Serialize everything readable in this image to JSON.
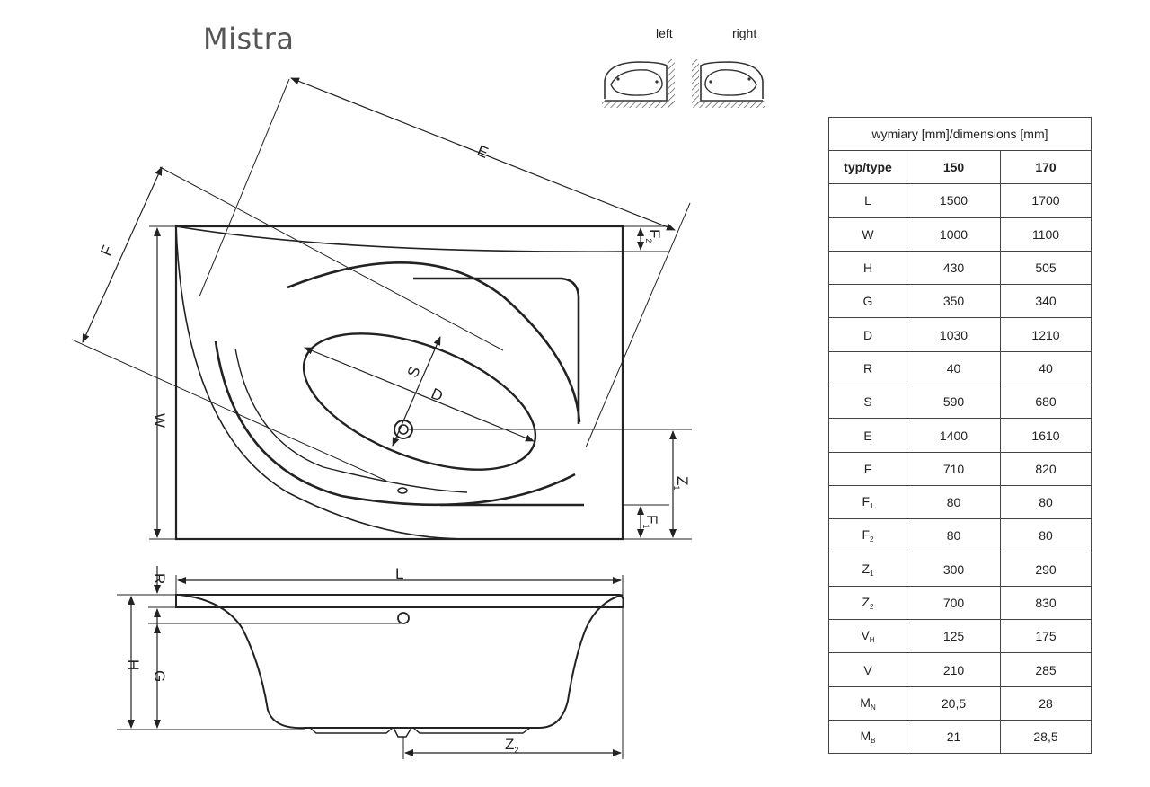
{
  "title": "Mistra",
  "orientation": {
    "left": "left",
    "right": "right"
  },
  "labels": {
    "E": "E",
    "F": "F",
    "F2": "F",
    "F2_sub": "2",
    "W": "W",
    "S": "S",
    "D": "D",
    "Z1": "Z",
    "Z1_sub": "1",
    "F1": "F",
    "F1_sub": "1",
    "R": "R",
    "L": "L",
    "H": "H",
    "G": "G",
    "Z2": "Z",
    "Z2_sub": "2"
  },
  "table": {
    "caption": "wymiary [mm]/dimensions [mm]",
    "header": [
      "typ/type",
      "150",
      "170"
    ],
    "rows": [
      {
        "sym": "L",
        "sub": "",
        "v150": "1500",
        "v170": "1700"
      },
      {
        "sym": "W",
        "sub": "",
        "v150": "1000",
        "v170": "1100"
      },
      {
        "sym": "H",
        "sub": "",
        "v150": "430",
        "v170": "505"
      },
      {
        "sym": "G",
        "sub": "",
        "v150": "350",
        "v170": "340"
      },
      {
        "sym": "D",
        "sub": "",
        "v150": "1030",
        "v170": "1210"
      },
      {
        "sym": "R",
        "sub": "",
        "v150": "40",
        "v170": "40"
      },
      {
        "sym": "S",
        "sub": "",
        "v150": "590",
        "v170": "680"
      },
      {
        "sym": "E",
        "sub": "",
        "v150": "1400",
        "v170": "1610"
      },
      {
        "sym": "F",
        "sub": "",
        "v150": "710",
        "v170": "820"
      },
      {
        "sym": "F",
        "sub": "1",
        "v150": "80",
        "v170": "80"
      },
      {
        "sym": "F",
        "sub": "2",
        "v150": "80",
        "v170": "80"
      },
      {
        "sym": "Z",
        "sub": "1",
        "v150": "300",
        "v170": "290"
      },
      {
        "sym": "Z",
        "sub": "2",
        "v150": "700",
        "v170": "830"
      },
      {
        "sym": "V",
        "sub": "H",
        "v150": "125",
        "v170": "175"
      },
      {
        "sym": "V",
        "sub": "",
        "v150": "210",
        "v170": "285"
      },
      {
        "sym": "M",
        "sub": "N",
        "v150": "20,5",
        "v170": "28"
      },
      {
        "sym": "M",
        "sub": "B",
        "v150": "21",
        "v170": "28,5"
      }
    ]
  }
}
